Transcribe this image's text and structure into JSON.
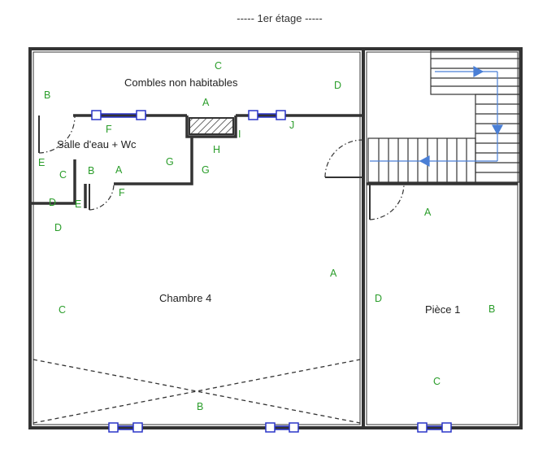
{
  "title": "----- 1er étage -----",
  "rooms": {
    "combles": "Combles non habitables",
    "salle_eau": "Salle d'eau + Wc",
    "chambre": "Chambre 4",
    "piece": "Pièce 1"
  },
  "wall_letters": {
    "combles_c": "C",
    "combles_b": "B",
    "combles_d": "D",
    "combles_a": "A",
    "sde_f": "F",
    "sde_e": "E",
    "sde_c": "C",
    "sde_b": "B",
    "sde_a": "A",
    "sde_f2": "F",
    "sde_d": "D",
    "sde_e2": "E",
    "sde_d2": "D",
    "sde_g": "G",
    "conduit_h": "H",
    "conduit_i": "I",
    "win_j": "J",
    "ch_g": "G",
    "ch_c": "C",
    "ch_a": "A",
    "ch_b": "B",
    "p1_a": "A",
    "p1_d": "D",
    "p1_b": "B",
    "p1_c": "C"
  },
  "colors": {
    "wall": "#333333",
    "letter": "#2a9d2a",
    "window": "#2a35c8",
    "stair_arrow": "#4a7fd6"
  }
}
